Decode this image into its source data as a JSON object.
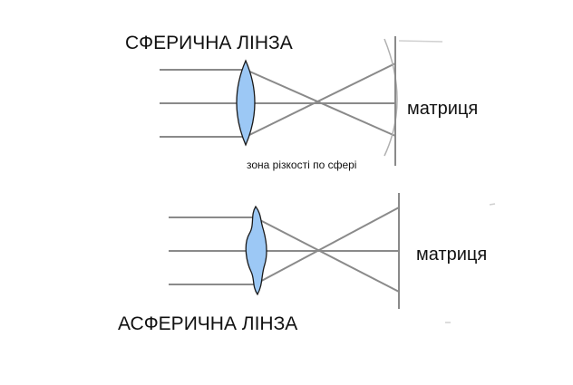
{
  "diagram": {
    "spherical": {
      "title": "СФЕРИЧНА ЛІНЗА",
      "sensor_label": "матриця",
      "focus_zone_label": "зона різкості по сфері"
    },
    "aspherical": {
      "title": "АСФЕРИЧНА ЛІНЗА",
      "sensor_label": "матриця"
    }
  },
  "colors": {
    "lens_fill": "#9cc8f5",
    "lens_stroke": "#1a1a1a",
    "ray": "#8a8a8a",
    "sensor": "#8a8a8a",
    "focus_zone": "#b0b0b0",
    "text": "#111111"
  }
}
